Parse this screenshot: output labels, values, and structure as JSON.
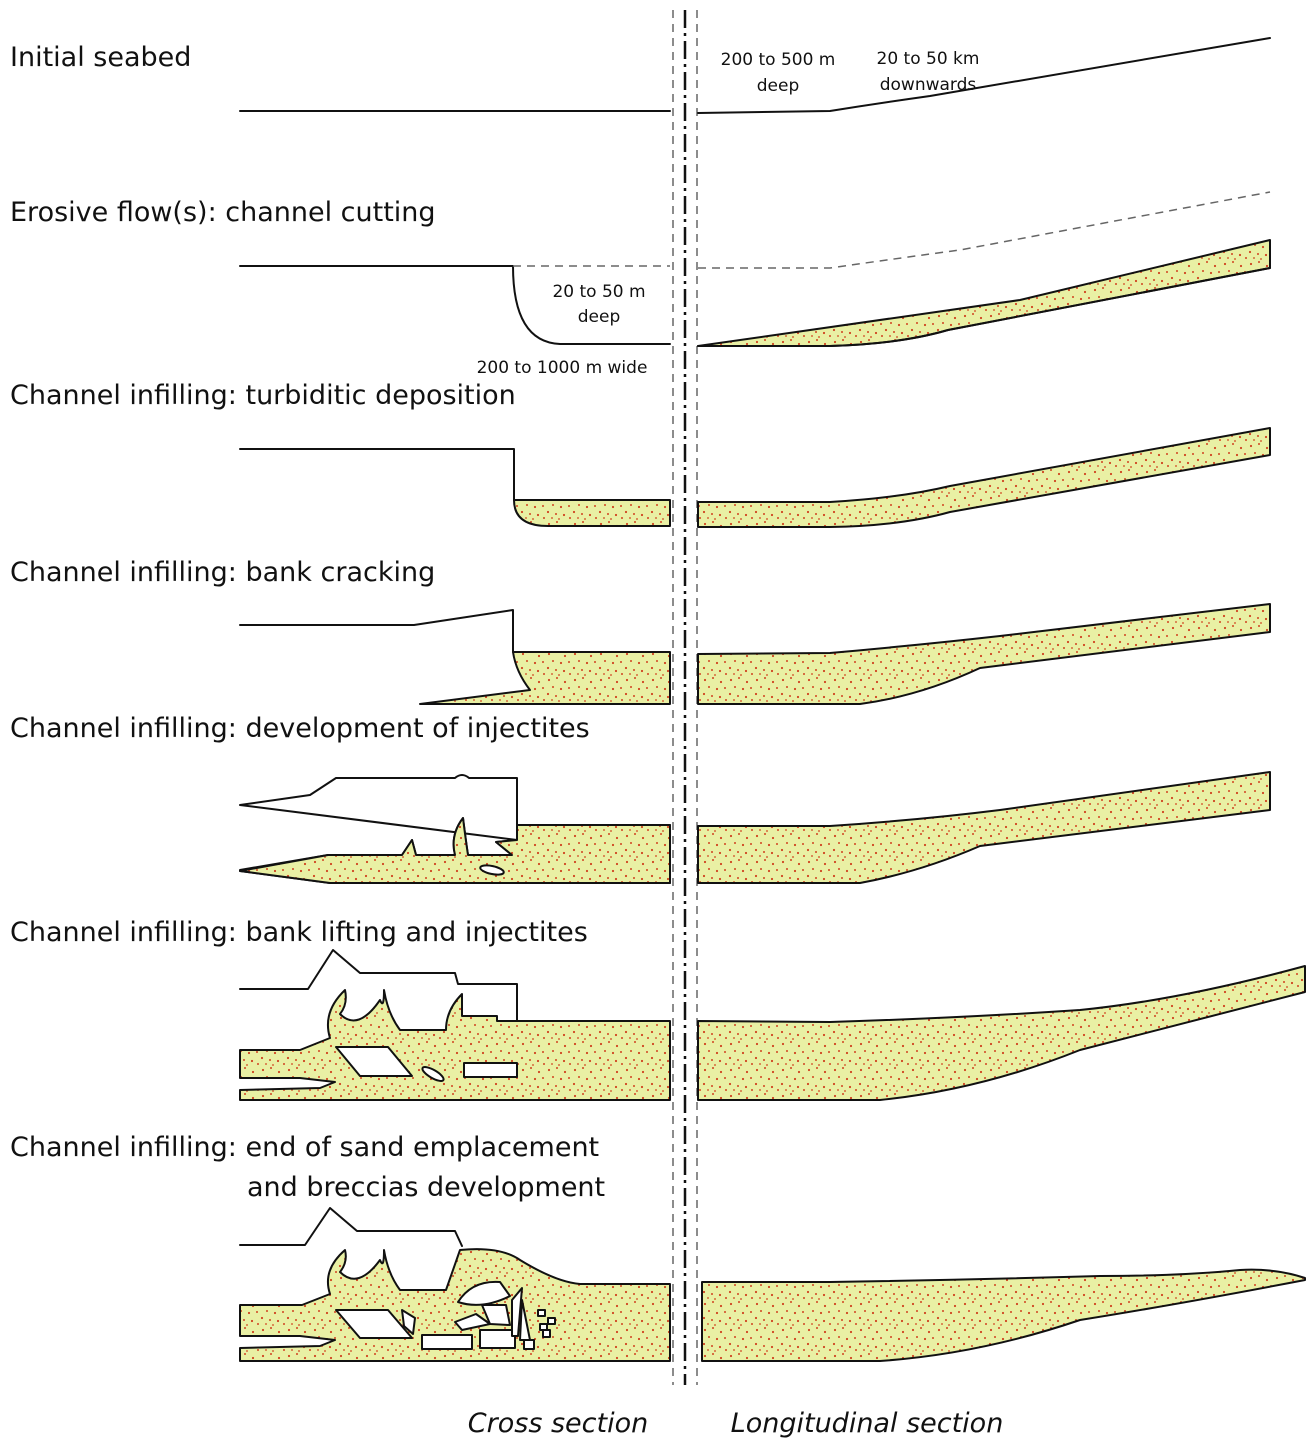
{
  "steps": [
    "Initial seabed",
    "Erosive flow(s): channel cutting",
    "Channel infilling: turbiditic deposition",
    "Channel infilling: bank cracking",
    "Channel infilling: development of injectites",
    "Channel infilling: bank lifting and injectites",
    "Channel infilling: end of sand emplacement",
    "and breccias development"
  ],
  "annotations": {
    "seabed_depth_1": "200 to 500 m",
    "seabed_depth_2": "deep",
    "seabed_length_1": "20 to 50 km",
    "seabed_length_2": "downwards",
    "channel_depth_1": "20 to 50 m",
    "channel_depth_2": "deep",
    "channel_width": "200 to 1000 m wide"
  },
  "sections": {
    "cross": "Cross section",
    "longitudinal": "Longitudinal section"
  },
  "colors": {
    "sand_fill": "#e9f0a4",
    "sand_grain": "#d0431f",
    "outline": "#111111"
  }
}
